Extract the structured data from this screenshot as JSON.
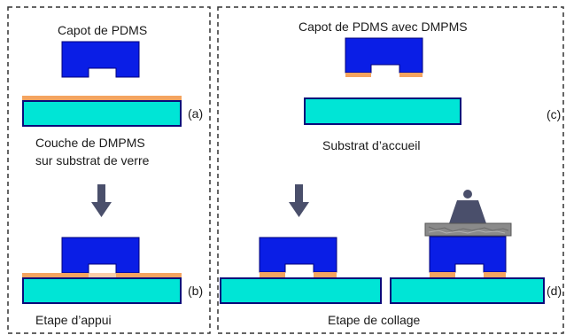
{
  "left_panel": {
    "title": "Capot de PDMS",
    "caption_line1": "Couche de DMPMS",
    "caption_line2": "sur substrat de verre",
    "bottom_caption": "Etape d’appui",
    "tag_a": "(a)",
    "tag_b": "(b)"
  },
  "right_panel": {
    "title": "Capot de PDMS avec DMPMS",
    "caption": "Substrat d’accueil",
    "bottom_caption": "Etape de collage",
    "tag_c": "(c)",
    "tag_d": "(d)"
  },
  "colors": {
    "pdms_cap": "#0a1ee6",
    "pdms_outline": "#00007a",
    "substrate_fill": "#00e5d6",
    "substrate_outline": "#0a0a7a",
    "dmpms_layer": "#f4a460",
    "arrow": "#4a4f6b",
    "weight": "#4a4f6b",
    "plate": "#8a8a8a"
  }
}
